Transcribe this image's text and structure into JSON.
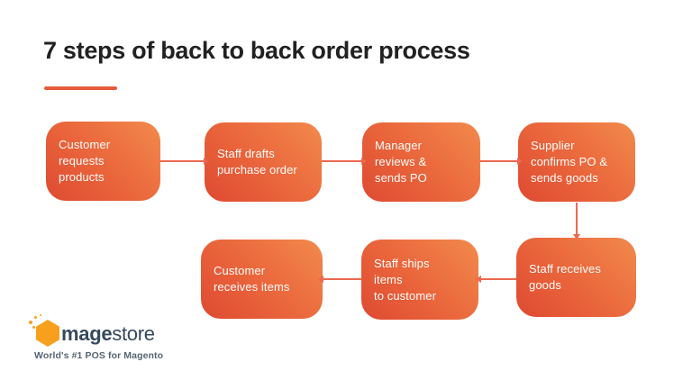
{
  "slide": {
    "title": "7 steps of back to back order process"
  },
  "flow": {
    "boxes": [
      {
        "step": 1,
        "lines": [
          "Customer",
          "requests",
          "products"
        ]
      },
      {
        "step": 2,
        "lines": [
          "Staff drafts",
          "purchase order"
        ]
      },
      {
        "step": 3,
        "lines": [
          "Manager",
          "reviews &",
          "sends PO"
        ]
      },
      {
        "step": 4,
        "lines": [
          "Supplier",
          "confirms PO &",
          "sends goods"
        ]
      },
      {
        "step": 5,
        "lines": [
          "Customer",
          "receives items"
        ]
      },
      {
        "step": 6,
        "lines": [
          "Staff ships",
          "items",
          "to customer"
        ]
      },
      {
        "step": 7,
        "lines": [
          "Staff receives",
          "goods"
        ]
      }
    ],
    "arrows": [
      {
        "from": 1,
        "to": 2,
        "direction": "right"
      },
      {
        "from": 2,
        "to": 3,
        "direction": "right"
      },
      {
        "from": 3,
        "to": 4,
        "direction": "right"
      },
      {
        "from": 4,
        "to": 7,
        "direction": "down"
      },
      {
        "from": 7,
        "to": 6,
        "direction": "left"
      },
      {
        "from": 6,
        "to": 5,
        "direction": "left"
      }
    ]
  },
  "logo": {
    "brand_bold": "mage",
    "brand_light": "store",
    "tagline": "World's #1 POS for Magento"
  },
  "colors": {
    "title_text": "#212121",
    "accent_underline": "#E75B3D",
    "box_gradient_start": "#F28A4C",
    "box_gradient_mid": "#EA663C",
    "box_gradient_end": "#DE4A31",
    "box_text": "#FFFDFB",
    "arrow": "#EC6850",
    "logo_orange": "#F7A01D",
    "logo_text": "#36495E",
    "tagline_text": "#566573"
  }
}
